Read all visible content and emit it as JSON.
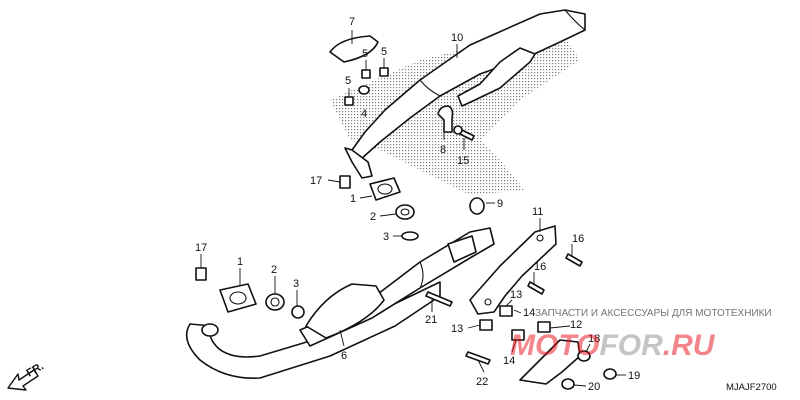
{
  "callouts": [
    {
      "id": "c7a",
      "text": "7"
    },
    {
      "id": "c10",
      "text": "10"
    },
    {
      "id": "c5a",
      "text": "5"
    },
    {
      "id": "c5b",
      "text": "5"
    },
    {
      "id": "c5c",
      "text": "5"
    },
    {
      "id": "c4",
      "text": "4"
    },
    {
      "id": "c8",
      "text": "8"
    },
    {
      "id": "c15",
      "text": "15"
    },
    {
      "id": "c17a",
      "text": "17"
    },
    {
      "id": "c1a",
      "text": "1"
    },
    {
      "id": "c2a",
      "text": "2"
    },
    {
      "id": "c3a",
      "text": "3"
    },
    {
      "id": "c9",
      "text": "9"
    },
    {
      "id": "c11",
      "text": "11"
    },
    {
      "id": "c16a",
      "text": "16"
    },
    {
      "id": "c16b",
      "text": "16"
    },
    {
      "id": "c17b",
      "text": "17"
    },
    {
      "id": "c1b",
      "text": "1"
    },
    {
      "id": "c2b",
      "text": "2"
    },
    {
      "id": "c3b",
      "text": "3"
    },
    {
      "id": "c6",
      "text": "6"
    },
    {
      "id": "c13a",
      "text": "13"
    },
    {
      "id": "c14a",
      "text": "14"
    },
    {
      "id": "c21",
      "text": "21"
    },
    {
      "id": "c13b",
      "text": "13"
    },
    {
      "id": "c12",
      "text": "12"
    },
    {
      "id": "c14b",
      "text": "14"
    },
    {
      "id": "c18",
      "text": "18"
    },
    {
      "id": "c22",
      "text": "22"
    },
    {
      "id": "c19",
      "text": "19"
    },
    {
      "id": "c20",
      "text": "20"
    }
  ],
  "direction_label": "FR.",
  "diagram_code": "MJAJF2700",
  "watermark": {
    "tagline": "ЗАПЧАСТИ И АКСЕССУАРЫ ДЛЯ МОТОТЕХНИКИ",
    "brand_a": "MOTO",
    "brand_b": "FOR",
    "brand_c": ".RU",
    "brand_color": "#e30613"
  }
}
